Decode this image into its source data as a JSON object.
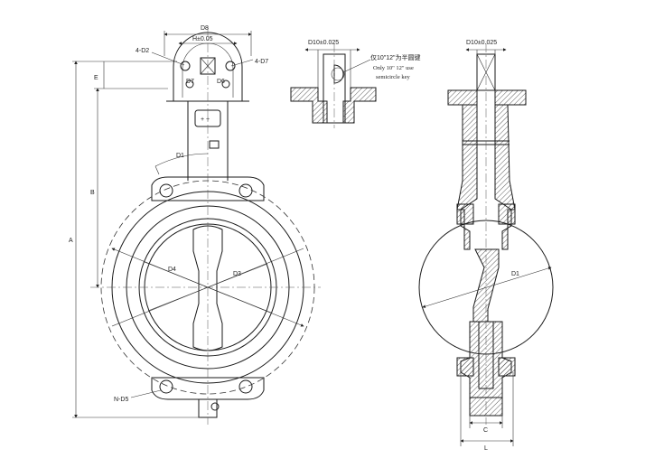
{
  "labels": {
    "d8": "D8",
    "h_tol": "H±0.05",
    "d2": "4-D2",
    "d7": "4-D7",
    "d7_inner": "D7",
    "d6": "D6",
    "e": "E",
    "a": "A",
    "b": "B",
    "d1_left": "D1",
    "d4": "D4",
    "d3": "D3",
    "n_d5": "N-D5",
    "d10_top_mid": "D10±0.025",
    "d10_top_right": "D10±0.025",
    "note_cn": "仅10\"12\"为半圆键",
    "note_en1": "Only 10\" 12\" use",
    "note_en2": "semicircle key",
    "d1_right": "D1",
    "c": "C",
    "l": "L"
  }
}
